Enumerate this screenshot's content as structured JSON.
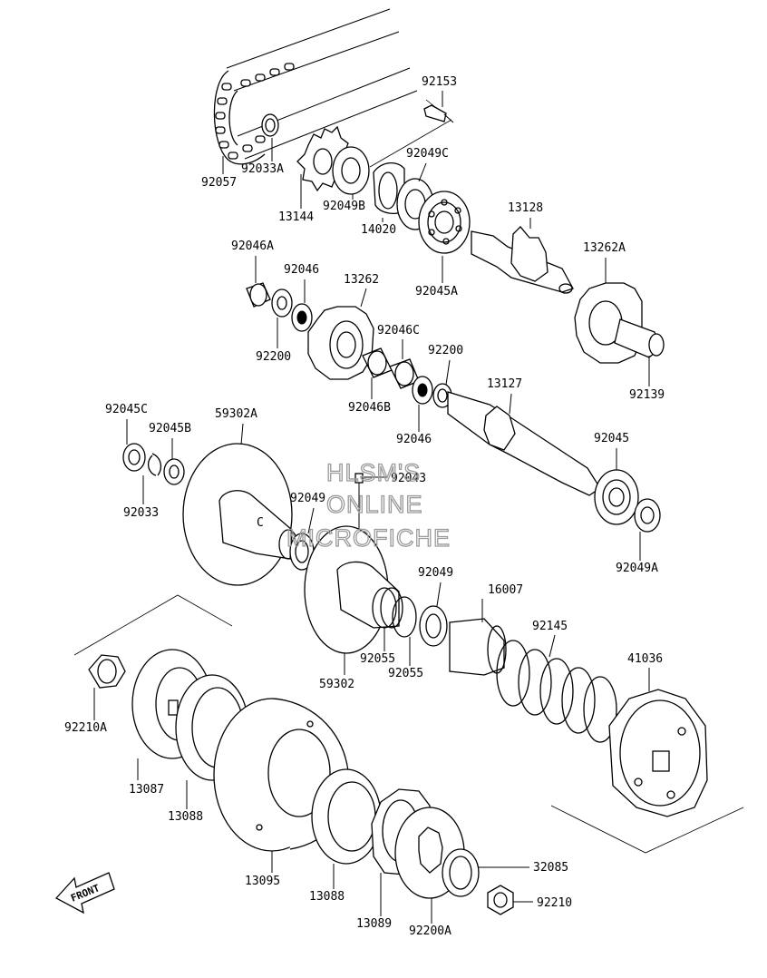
{
  "parts": {
    "p92153": "92153",
    "p92033A": "92033A",
    "p92057": "92057",
    "p92049C": "92049C",
    "p13144": "13144",
    "p92049B": "92049B",
    "p14020": "14020",
    "p13128": "13128",
    "p92045A": "92045A",
    "p92046A": "92046A",
    "p92046_1": "92046",
    "p13262": "13262",
    "p13262A": "13262A",
    "p92200_1": "92200",
    "p92046C": "92046C",
    "p92200_2": "92200",
    "p92139": "92139",
    "p92046B": "92046B",
    "p13127": "13127",
    "p92045C": "92045C",
    "p92045B": "92045B",
    "p59302A": "59302A",
    "p92046_2": "92046",
    "p92043": "92043",
    "p92045": "92045",
    "p92033": "92033",
    "p92049_1": "92049",
    "p92049A": "92049A",
    "p92049_2": "92049",
    "p16007": "16007",
    "p92055_1": "92055",
    "p92055_2": "92055",
    "p59302": "59302",
    "p92145": "92145",
    "p41036": "41036",
    "p92210A": "92210A",
    "p13087": "13087",
    "p13088_1": "13088",
    "p13095": "13095",
    "p13088_2": "13088",
    "p13089": "13089",
    "p32085": "32085",
    "p92200A": "92200A",
    "p92210": "92210"
  },
  "watermark": {
    "line1": "HLSM'S",
    "line2": "ONLINE",
    "line3": "MICROFICHE"
  },
  "front_label": "FRONT"
}
